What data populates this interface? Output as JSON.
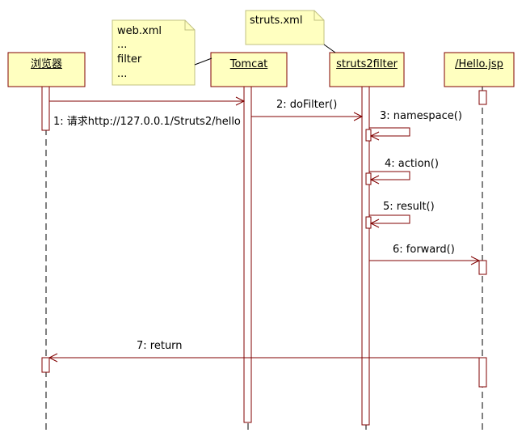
{
  "colors": {
    "line": "#800000",
    "fill": "#ffffc0",
    "border": "#800000",
    "note_fill": "#ffffc0",
    "note_border": "#c0c080",
    "lifeline": "#000000"
  },
  "objects": [
    {
      "id": "browser",
      "label": "浏览器"
    },
    {
      "id": "tomcat",
      "label": "Tomcat"
    },
    {
      "id": "filter",
      "label": "struts2filter"
    },
    {
      "id": "jsp",
      "label": "/Hello.jsp"
    }
  ],
  "notes": [
    {
      "id": "webxml",
      "lines": [
        "web.xml",
        "...",
        "filter",
        "..."
      ]
    },
    {
      "id": "strutsxml",
      "lines": [
        "struts.xml"
      ]
    }
  ],
  "messages": [
    {
      "id": "m1",
      "label": "1: 请求http://127.0.0.1/Struts2/hello"
    },
    {
      "id": "m2",
      "label": "2: doFilter()"
    },
    {
      "id": "m3",
      "label": "3: namespace()"
    },
    {
      "id": "m4",
      "label": "4: action()"
    },
    {
      "id": "m5",
      "label": "5: result()"
    },
    {
      "id": "m6",
      "label": "6: forward()"
    },
    {
      "id": "m7",
      "label": "7: return"
    }
  ]
}
